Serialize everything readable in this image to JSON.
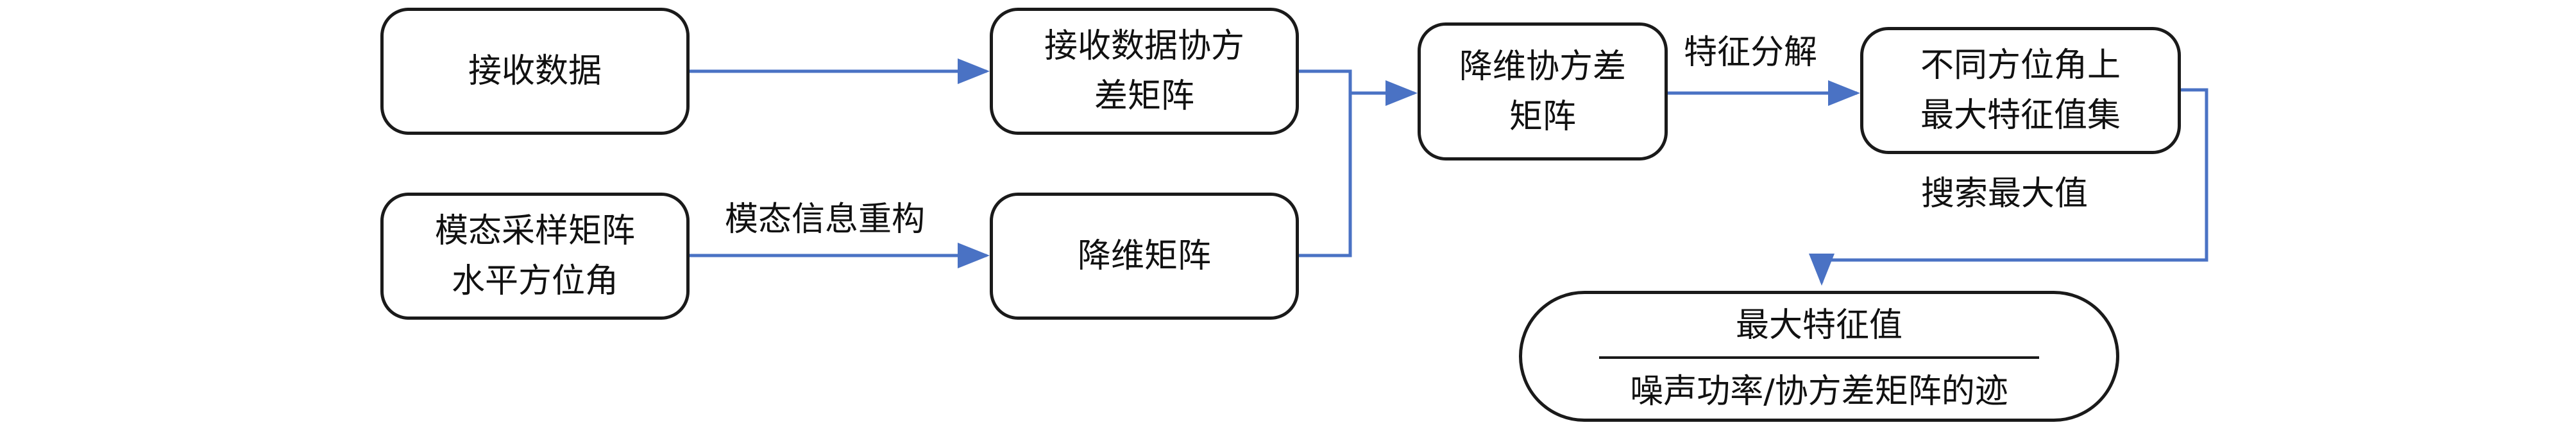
{
  "colors": {
    "arrow": "#4a72c4",
    "box_border": "#1a1a1a",
    "text": "#111111"
  },
  "nodes": {
    "receive_data": "接收数据",
    "covariance": {
      "line1": "接收数据协方",
      "line2": "差矩阵"
    },
    "mode_sampling": {
      "line1": "模态采样矩阵",
      "line2": "水平方位角"
    },
    "dim_reduction_matrix": "降维矩阵",
    "reduced_covariance": {
      "line1": "降维协方差",
      "line2": "矩阵"
    },
    "max_eigen_set": {
      "line1": "不同方位角上",
      "line2": "最大特征值集"
    },
    "result": {
      "numerator": "最大特征值",
      "denominator": "噪声功率/协方差矩阵的迹"
    }
  },
  "edge_labels": {
    "mode_reconstruction": "模态信息重构",
    "eigen_decomposition": "特征分解",
    "search_max": "搜索最大值"
  }
}
